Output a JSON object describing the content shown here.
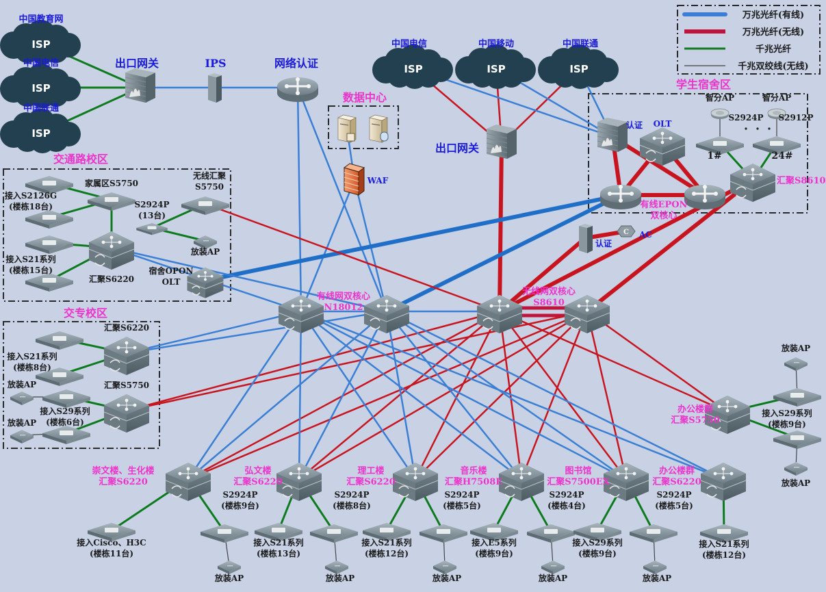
{
  "title": "校园网络拓扑",
  "legend": {
    "items": [
      {
        "label": "万兆光纤(有线)",
        "color": "#3a7fd5",
        "style": "thick"
      },
      {
        "label": "万兆光纤(无线)",
        "color": "#c0143c",
        "style": "thick"
      },
      {
        "label": "千兆光纤",
        "color": "#0e7a1e",
        "style": "medium"
      },
      {
        "label": "千兆双绞线(无线)",
        "color": "#555555",
        "style": "thin"
      }
    ]
  },
  "colors": {
    "wired10g": "#3a7fd5",
    "wireless10g": "#c8141e",
    "gigafiber": "#0e7a1e",
    "twisted": "#444444",
    "blue_label": "#1a1adc",
    "pink_label": "#ee33cc",
    "cloud": "#22404f",
    "background": "#c8d2e4"
  },
  "zones": [
    {
      "id": "z-jtl",
      "label": "交通路校区"
    },
    {
      "id": "z-jz",
      "label": "交专校区"
    },
    {
      "id": "z-dorm",
      "label": "学生宿舍区"
    },
    {
      "id": "z-dc",
      "label": "数据中心"
    }
  ],
  "nodes": [
    {
      "id": "isp-edu",
      "type": "cloud",
      "text": "ISP",
      "label": "中国教育网",
      "lclass": "blue"
    },
    {
      "id": "isp-tel1",
      "type": "cloud",
      "text": "ISP",
      "label": "中国电信",
      "lclass": "blue"
    },
    {
      "id": "isp-uni1",
      "type": "cloud",
      "text": "ISP",
      "label": "中国联通",
      "lclass": "blue"
    },
    {
      "id": "fw1",
      "type": "firewall",
      "label": "出口网关",
      "lclass": "blue"
    },
    {
      "id": "ips",
      "type": "ips",
      "label": "IPS",
      "lclass": "blue"
    },
    {
      "id": "auth1",
      "type": "router",
      "label": "网络认证",
      "lclass": "blue"
    },
    {
      "id": "srv1",
      "type": "server",
      "label": ""
    },
    {
      "id": "srv2",
      "type": "server-db",
      "label": ""
    },
    {
      "id": "waf",
      "type": "waf",
      "label": "WAF",
      "lclass": "blue"
    },
    {
      "id": "isp-tel2",
      "type": "cloud",
      "text": "ISP",
      "label": "中国电信",
      "lclass": "blue"
    },
    {
      "id": "isp-mob",
      "type": "cloud",
      "text": "ISP",
      "label": "中国移动",
      "lclass": "blue"
    },
    {
      "id": "isp-uni2",
      "type": "cloud",
      "text": "ISP",
      "label": "中国联通",
      "lclass": "blue"
    },
    {
      "id": "fw2",
      "type": "firewall",
      "label": "出口网关",
      "lclass": "blue"
    },
    {
      "id": "dorm-auth",
      "type": "firewall",
      "label": "认证",
      "lclass": "blue"
    },
    {
      "id": "dorm-olt",
      "type": "core",
      "label": "OLT",
      "lclass": "blue"
    },
    {
      "id": "pon1",
      "type": "router",
      "label": ""
    },
    {
      "id": "pon2",
      "type": "router",
      "label": ""
    },
    {
      "id": "pon-label",
      "type": "label",
      "label": "有线EPON",
      "label2": "双核心",
      "lclass": "pink"
    },
    {
      "id": "ap-smart1",
      "type": "ap-round",
      "label": "智分AP",
      "lclass": "dark"
    },
    {
      "id": "ap-smart2",
      "type": "ap-round",
      "label": "智分AP",
      "lclass": "dark"
    },
    {
      "id": "sw-s2924",
      "type": "access",
      "label": "S2924P",
      "sub": "1#",
      "lclass": "dark"
    },
    {
      "id": "sw-s2912",
      "type": "access",
      "label": "S2912P",
      "sub": "24#",
      "lclass": "dark"
    },
    {
      "id": "dorm-agg",
      "type": "core",
      "label": "汇聚S8610",
      "lclass": "pink"
    },
    {
      "id": "auth2",
      "type": "ips",
      "label": "认证",
      "lclass": "blue"
    },
    {
      "id": "ac",
      "type": "ac",
      "label": "AC",
      "lclass": "blue"
    },
    {
      "id": "core-w1",
      "type": "core",
      "label": ""
    },
    {
      "id": "core-w2",
      "type": "core",
      "label": ""
    },
    {
      "id": "core-w-label",
      "type": "label",
      "label": "有线网双核心",
      "label2": "N18012",
      "lclass": "pink"
    },
    {
      "id": "core-wl1",
      "type": "core",
      "label": ""
    },
    {
      "id": "core-wl2",
      "type": "core",
      "label": ""
    },
    {
      "id": "core-wl-label",
      "type": "label",
      "label": "无线网双核心",
      "label2": "S8610",
      "lclass": "pink"
    },
    {
      "id": "jtl-acc1",
      "type": "access",
      "label": ""
    },
    {
      "id": "jtl-acc2",
      "type": "access",
      "label": ""
    },
    {
      "id": "jtl-acc-label1",
      "type": "label",
      "label": "接入S2126G",
      "label2": "(楼栋18台)",
      "lclass": "dark"
    },
    {
      "id": "jtl-family",
      "type": "access",
      "label": "家属区S5750",
      "lclass": "dark"
    },
    {
      "id": "jtl-acc3",
      "type": "access",
      "label": ""
    },
    {
      "id": "jtl-acc4",
      "type": "access",
      "label": ""
    },
    {
      "id": "jtl-acc-label2",
      "type": "label",
      "label": "接入S21系列",
      "label2": "(楼栋15台)",
      "lclass": "dark"
    },
    {
      "id": "jtl-agg",
      "type": "core",
      "label": "汇聚S6220",
      "lclass": "dark"
    },
    {
      "id": "jtl-s2924",
      "type": "access-small",
      "label": "S2924P",
      "label2": "(13台)",
      "lclass": "dark"
    },
    {
      "id": "jtl-wagg",
      "type": "access",
      "label": "无线汇聚",
      "label2": "S5750",
      "lclass": "dark"
    },
    {
      "id": "jtl-ap",
      "type": "ap",
      "label": "放装AP",
      "lclass": "dark"
    },
    {
      "id": "jtl-olt",
      "type": "core-small",
      "label": "宿舍OPON",
      "label2": "OLT",
      "lclass": "dark"
    },
    {
      "id": "jz-acc1",
      "type": "access",
      "label": ""
    },
    {
      "id": "jz-acc2",
      "type": "access",
      "label": ""
    },
    {
      "id": "jz-acc-label1",
      "type": "label",
      "label": "接入S21系列",
      "label2": "(楼栋8台)",
      "lclass": "dark"
    },
    {
      "id": "jz-agg1",
      "type": "core",
      "label": "汇聚S6220",
      "lclass": "dark"
    },
    {
      "id": "jz-ap1",
      "type": "ap",
      "label": "放装AP",
      "lclass": "dark"
    },
    {
      "id": "jz-ap2",
      "type": "ap",
      "label": "放装AP",
      "lclass": "dark"
    },
    {
      "id": "jz-acc3",
      "type": "access",
      "label": ""
    },
    {
      "id": "jz-acc4",
      "type": "access",
      "label": ""
    },
    {
      "id": "jz-acc-label2",
      "type": "label",
      "label": "接入S29系列",
      "label2": "(楼栋6台)",
      "lclass": "dark"
    },
    {
      "id": "jz-agg2",
      "type": "core",
      "label": "汇聚S5750",
      "lclass": "dark"
    },
    {
      "id": "b1-agg",
      "type": "core",
      "label": "崇文楼、生化楼",
      "label2": "汇聚S6220",
      "lclass": "pink"
    },
    {
      "id": "b1-acc",
      "type": "access",
      "label": "接入Cisco、H3C",
      "label2": "(楼栋11台)",
      "lclass": "dark"
    },
    {
      "id": "b1-poe",
      "type": "access",
      "label": "S2924P",
      "label2": "(楼栋9台)",
      "lclass": "dark"
    },
    {
      "id": "b1-ap",
      "type": "ap",
      "label": "放装AP",
      "lclass": "dark"
    },
    {
      "id": "b2-agg",
      "type": "core",
      "label": "弘文楼",
      "label2": "汇聚S6220",
      "lclass": "pink"
    },
    {
      "id": "b2-acc",
      "type": "access",
      "label": "接入S21系列",
      "label2": "(楼栋13台)",
      "lclass": "dark"
    },
    {
      "id": "b2-poe",
      "type": "access",
      "label": "S2924P",
      "label2": "(楼栋8台)",
      "lclass": "dark"
    },
    {
      "id": "b2-ap",
      "type": "ap",
      "label": "放装AP",
      "lclass": "dark"
    },
    {
      "id": "b3-agg",
      "type": "core",
      "label": "理工楼",
      "label2": "汇聚S6220",
      "lclass": "pink"
    },
    {
      "id": "b3-acc",
      "type": "access",
      "label": "接入S21系列",
      "label2": "(楼栋12台)",
      "lclass": "dark"
    },
    {
      "id": "b3-poe",
      "type": "access",
      "label": "S2924P",
      "label2": "(楼栋5台)",
      "lclass": "dark"
    },
    {
      "id": "b3-ap",
      "type": "ap",
      "label": "放装AP",
      "lclass": "dark"
    },
    {
      "id": "b4-agg",
      "type": "core",
      "label": "音乐楼",
      "label2": "汇聚H7508E",
      "lclass": "pink"
    },
    {
      "id": "b4-acc",
      "type": "access",
      "label": "接入E5系列",
      "label2": "(楼栋9台)",
      "lclass": "dark"
    },
    {
      "id": "b4-poe",
      "type": "access",
      "label": "S2924P",
      "label2": "(楼栋4台)",
      "lclass": "dark"
    },
    {
      "id": "b4-ap",
      "type": "ap",
      "label": "放装AP",
      "lclass": "dark"
    },
    {
      "id": "b5-agg",
      "type": "core",
      "label": "图书馆",
      "label2": "汇聚S7500EX",
      "lclass": "pink"
    },
    {
      "id": "b5-acc",
      "type": "access",
      "label": "接入S29系列",
      "label2": "(楼栋9台)",
      "lclass": "dark"
    },
    {
      "id": "b5-poe",
      "type": "access",
      "label": "S2924P",
      "label2": "(楼栋5台)",
      "lclass": "dark"
    },
    {
      "id": "b5-ap",
      "type": "ap",
      "label": "放装AP",
      "lclass": "dark"
    },
    {
      "id": "b6-agg",
      "type": "core",
      "label": "办公楼群",
      "label2": "汇聚S6220",
      "lclass": "pink"
    },
    {
      "id": "b6-acc",
      "type": "access",
      "label": "接入S21系列",
      "label2": "(楼栋12台)",
      "lclass": "dark"
    },
    {
      "id": "off-agg",
      "type": "core",
      "label": "办公楼群",
      "label2": "汇聚S5750",
      "lclass": "pink"
    },
    {
      "id": "off-acc1",
      "type": "access",
      "label": ""
    },
    {
      "id": "off-acc2",
      "type": "access",
      "label": ""
    },
    {
      "id": "off-acc-label",
      "type": "label",
      "label": "接入S29系列",
      "label2": "(楼栋9台)",
      "lclass": "dark"
    },
    {
      "id": "off-ap1",
      "type": "ap",
      "label": "放装AP",
      "lclass": "dark"
    },
    {
      "id": "off-ap2",
      "type": "ap",
      "label": "放装AP",
      "lclass": "dark"
    }
  ],
  "links": [
    [
      "isp-edu",
      "fw1",
      "giga"
    ],
    [
      "isp-tel1",
      "fw1",
      "giga"
    ],
    [
      "isp-uni1",
      "fw1",
      "giga"
    ],
    [
      "fw1",
      "ips",
      "wired"
    ],
    [
      "ips",
      "auth1",
      "wired"
    ],
    [
      "auth1",
      "core-w1",
      "wired"
    ],
    [
      "auth1",
      "core-w2",
      "wired"
    ],
    [
      "waf",
      "core-w1",
      "wired"
    ],
    [
      "waf",
      "core-w2",
      "wired"
    ],
    [
      "waf",
      "srv1",
      "wired"
    ],
    [
      "isp-tel2",
      "fw2",
      "wireless"
    ],
    [
      "isp-mob",
      "fw2",
      "wireless"
    ],
    [
      "isp-uni2",
      "fw2",
      "wireless"
    ],
    [
      "isp-tel2",
      "dorm-auth",
      "wired"
    ],
    [
      "isp-mob",
      "dorm-auth",
      "wired"
    ],
    [
      "isp-uni2",
      "dorm-auth",
      "wired"
    ],
    [
      "fw2",
      "core-wl1",
      "wireless-thick"
    ],
    [
      "dorm-auth",
      "pon1",
      "wireless-thick"
    ],
    [
      "dorm-auth",
      "pon2",
      "wireless-thick"
    ],
    [
      "dorm-olt",
      "pon1",
      "wireless-thick"
    ],
    [
      "dorm-olt",
      "pon2",
      "wireless-thick"
    ],
    [
      "pon1",
      "pon2",
      "wireless-thick"
    ],
    [
      "ap-smart1",
      "sw-s2924",
      "twisted"
    ],
    [
      "ap-smart2",
      "sw-s2912",
      "twisted"
    ],
    [
      "sw-s2924",
      "dorm-agg",
      "giga"
    ],
    [
      "sw-s2912",
      "dorm-agg",
      "giga"
    ],
    [
      "dorm-agg",
      "core-wl1",
      "wireless-thick"
    ],
    [
      "dorm-agg",
      "core-wl2",
      "wireless-thick"
    ],
    [
      "auth2",
      "ac",
      "wireless-thick"
    ],
    [
      "auth2",
      "core-wl1",
      "wireless-thick"
    ],
    [
      "core-w2",
      "pon1",
      "wired-thick"
    ],
    [
      "jtl-olt",
      "pon1",
      "wired-thick"
    ],
    [
      "core-w1",
      "core-w2",
      "wired"
    ],
    [
      "core-wl1",
      "core-wl2",
      "wireless-double"
    ],
    [
      "core-w2",
      "core-wl1",
      "wired"
    ],
    [
      "jtl-acc1",
      "jtl-family",
      "giga"
    ],
    [
      "jtl-acc2",
      "jtl-family",
      "giga"
    ],
    [
      "jtl-family",
      "jtl-agg",
      "giga"
    ],
    [
      "jtl-acc3",
      "jtl-agg",
      "giga"
    ],
    [
      "jtl-acc4",
      "jtl-agg",
      "giga"
    ],
    [
      "jtl-s2924",
      "jtl-wagg",
      "giga"
    ],
    [
      "jtl-s2924",
      "jtl-ap",
      "giga"
    ],
    [
      "jtl-wagg",
      "core-wl1",
      "wireless"
    ],
    [
      "jtl-agg",
      "core-w1",
      "wired"
    ],
    [
      "jtl-agg",
      "core-w2",
      "wired"
    ],
    [
      "jz-acc1",
      "jz-agg1",
      "giga"
    ],
    [
      "jz-acc2",
      "jz-agg1",
      "giga"
    ],
    [
      "jz-acc3",
      "jz-agg2",
      "giga"
    ],
    [
      "jz-acc4",
      "jz-agg2",
      "giga"
    ],
    [
      "jz-ap1",
      "jz-acc3",
      "twisted"
    ],
    [
      "jz-ap2",
      "jz-acc4",
      "twisted"
    ],
    [
      "jz-agg1",
      "core-w1",
      "wired"
    ],
    [
      "jz-agg1",
      "core-w2",
      "wired"
    ],
    [
      "jz-agg2",
      "core-wl1",
      "wireless"
    ],
    [
      "jz-agg2",
      "core-wl2",
      "wireless"
    ],
    [
      "b1-agg",
      "core-w1",
      "wired"
    ],
    [
      "b1-agg",
      "core-w2",
      "wired"
    ],
    [
      "b1-agg",
      "core-wl1",
      "wireless"
    ],
    [
      "b1-agg",
      "core-wl2",
      "wireless"
    ],
    [
      "b2-agg",
      "core-w1",
      "wired"
    ],
    [
      "b2-agg",
      "core-w2",
      "wired"
    ],
    [
      "b2-agg",
      "core-wl1",
      "wireless"
    ],
    [
      "b2-agg",
      "core-wl2",
      "wireless"
    ],
    [
      "b3-agg",
      "core-w1",
      "wired"
    ],
    [
      "b3-agg",
      "core-w2",
      "wired"
    ],
    [
      "b3-agg",
      "core-wl1",
      "wireless"
    ],
    [
      "b3-agg",
      "core-wl2",
      "wireless"
    ],
    [
      "b4-agg",
      "core-w1",
      "wired"
    ],
    [
      "b4-agg",
      "core-w2",
      "wired"
    ],
    [
      "b4-agg",
      "core-wl1",
      "wireless"
    ],
    [
      "b4-agg",
      "core-wl2",
      "wireless"
    ],
    [
      "b5-agg",
      "core-w1",
      "wired"
    ],
    [
      "b5-agg",
      "core-w2",
      "wired"
    ],
    [
      "b5-agg",
      "core-wl1",
      "wireless"
    ],
    [
      "b5-agg",
      "core-wl2",
      "wireless"
    ],
    [
      "b6-agg",
      "core-w1",
      "wired"
    ],
    [
      "b6-agg",
      "core-w2",
      "wired"
    ],
    [
      "off-agg",
      "core-wl1",
      "wireless"
    ],
    [
      "off-agg",
      "core-wl2",
      "wireless"
    ],
    [
      "b1-agg",
      "b1-acc",
      "giga"
    ],
    [
      "b1-agg",
      "b1-poe",
      "giga"
    ],
    [
      "b1-poe",
      "b1-ap",
      "twisted"
    ],
    [
      "b2-agg",
      "b2-acc",
      "giga"
    ],
    [
      "b2-agg",
      "b2-poe",
      "giga"
    ],
    [
      "b2-poe",
      "b2-ap",
      "twisted"
    ],
    [
      "b3-agg",
      "b3-acc",
      "giga"
    ],
    [
      "b3-agg",
      "b3-poe",
      "giga"
    ],
    [
      "b3-poe",
      "b3-ap",
      "twisted"
    ],
    [
      "b4-agg",
      "b4-acc",
      "giga"
    ],
    [
      "b4-agg",
      "b4-poe",
      "giga"
    ],
    [
      "b4-poe",
      "b4-ap",
      "twisted"
    ],
    [
      "b5-agg",
      "b5-acc",
      "giga"
    ],
    [
      "b5-agg",
      "b5-poe",
      "giga"
    ],
    [
      "b5-poe",
      "b5-ap",
      "twisted"
    ],
    [
      "b6-agg",
      "b6-acc",
      "giga"
    ],
    [
      "off-agg",
      "off-acc1",
      "giga"
    ],
    [
      "off-agg",
      "off-acc2",
      "giga"
    ],
    [
      "off-acc1",
      "off-ap1",
      "twisted"
    ],
    [
      "off-acc2",
      "off-ap2",
      "twisted"
    ]
  ]
}
